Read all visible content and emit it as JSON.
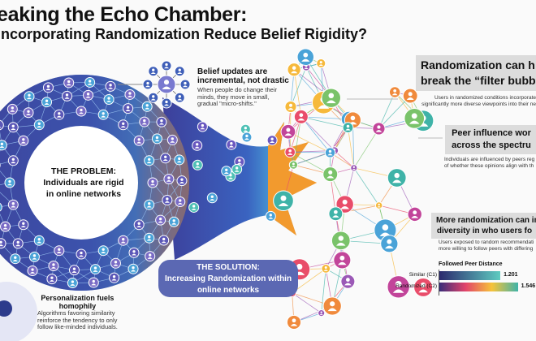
{
  "title": {
    "line1": "eaking the Echo Chamber:",
    "line2": "Incorporating Randomization Reduce Belief Rigidity?"
  },
  "problem": {
    "heading": "THE PROBLEM:",
    "text1": "Individuals are rigid",
    "text2": "in online networks"
  },
  "solution": {
    "heading": "THE SOLUTION:",
    "text1": "Increasing Randomization within",
    "text2": "online networks"
  },
  "belief": {
    "heading1": "Belief updates are",
    "heading2": "incremental, not drastic",
    "desc1": "When people do change their",
    "desc2": "minds, they move in small,",
    "desc3": "gradual \"micro-shifts.\""
  },
  "personalization": {
    "heading1": "Personalization fuels",
    "heading2": "homophily",
    "desc1": "Algorithms favoring similarity",
    "desc2": "reinforce the tendency to only",
    "desc3": "follow like-minded individuals."
  },
  "finding1": {
    "heading1": "Randomization can h",
    "heading2": "break the “filter bubb",
    "desc1": "Users in randomized conditions incorporate",
    "desc2": "significantly more diverse viewpoints into their ne"
  },
  "finding2": {
    "heading1": "Peer influence wor",
    "heading2": "across the spectru",
    "desc1": "Individuals are influenced by peers reg",
    "desc2": "of whether these opinions align with th"
  },
  "finding3": {
    "heading1": "More randomization can in",
    "heading2": "diversity in who users fo",
    "desc1": "Users exposed to random recommendati",
    "desc2": "more willing to follow peers with differing"
  },
  "chart_data": {
    "type": "bar",
    "title": "Followed Peer Distance",
    "categories": [
      "Similar (C1)",
      "Randomized (C2)"
    ],
    "values": [
      1.201,
      1.546
    ],
    "value_labels": [
      "1.201",
      "1.546"
    ],
    "xlim": [
      0,
      1.6
    ]
  },
  "colors": {
    "ring": "#3d4aa0",
    "solution": "#5b68b3",
    "burst": "#f29a2e"
  }
}
